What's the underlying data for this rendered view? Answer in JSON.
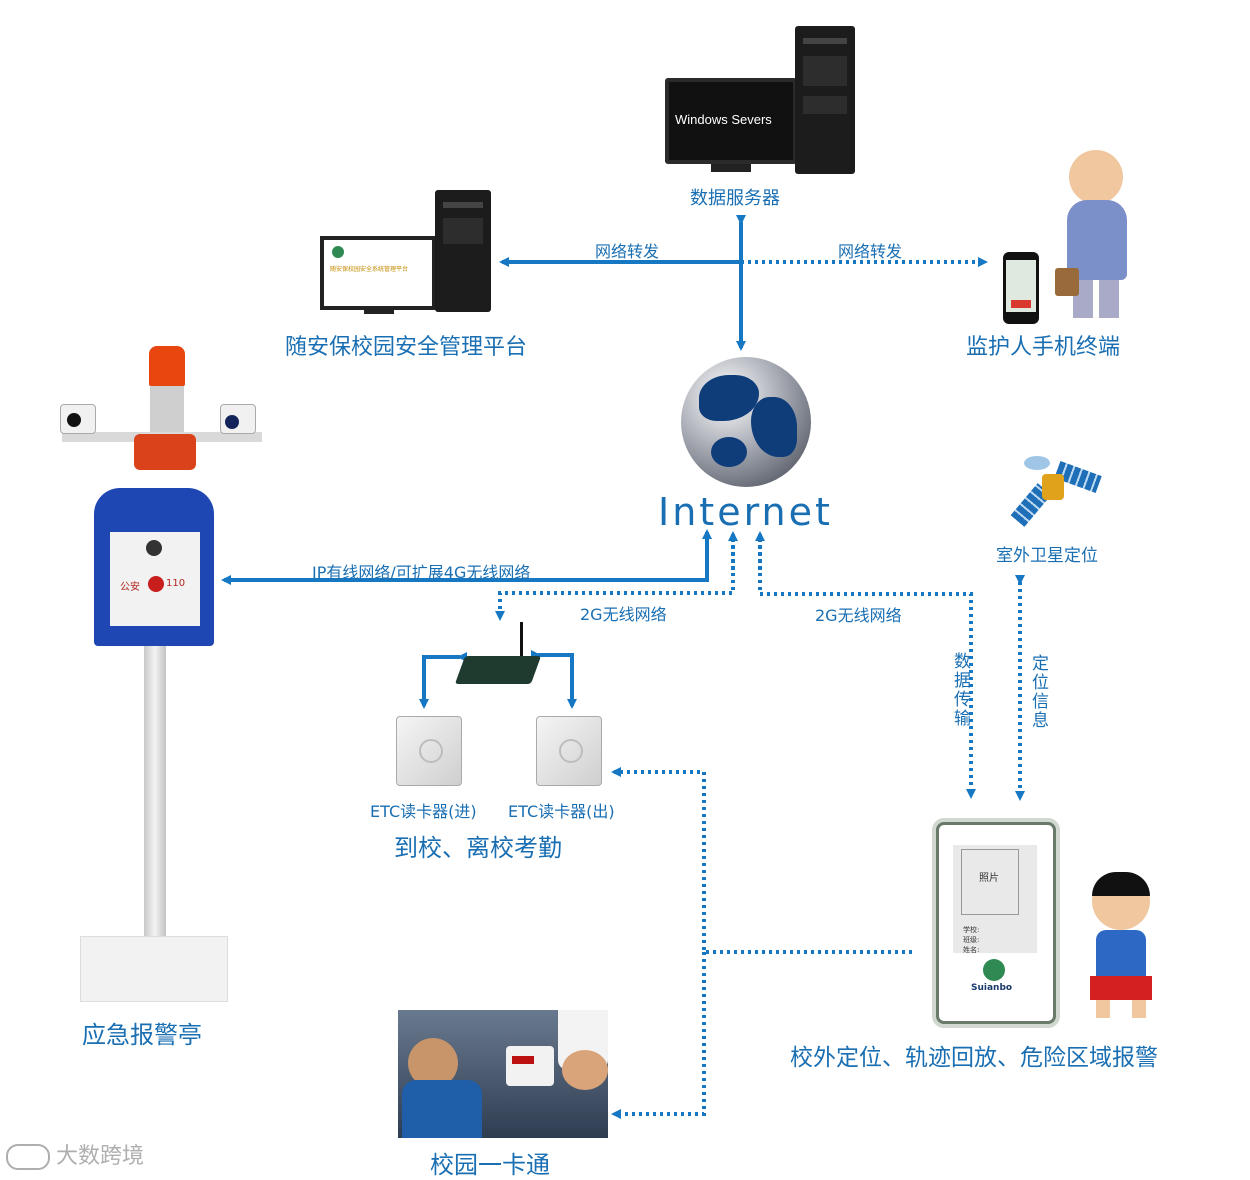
{
  "nodes": {
    "server": {
      "label": "数据服务器",
      "monitor_text": "Windows Severs"
    },
    "platform": {
      "label": "随安保校园安全管理平台",
      "screen_title": "随安保校园安全系统管理平台"
    },
    "phone": {
      "label": "监护人手机终端"
    },
    "internet": {
      "label": "Internet"
    },
    "alarm_kiosk": {
      "label": "应急报警亭",
      "panel_text": "公安",
      "panel_number": "110"
    },
    "satellite": {
      "label": "室外卫星定位"
    },
    "reader_in": {
      "label": "ETC读卡器(进)"
    },
    "reader_out": {
      "label": "ETC读卡器(出)"
    },
    "attendance": {
      "label": "到校、离校考勤"
    },
    "campus_card": {
      "label": "校园一卡通"
    },
    "student_card": {
      "label": "校外定位、轨迹回放、危险区域报警",
      "photo": "照片",
      "field_school": "学校:",
      "field_class": "班级:",
      "field_name": "姓名:",
      "brand": "Suianbo"
    }
  },
  "edges": {
    "net_forward_left": "网络转发",
    "net_forward_right": "网络转发",
    "ip_network": "IP有线网络/可扩展4G无线网络",
    "g2_left": "2G无线网络",
    "g2_right": "2G无线网络",
    "data_transfer": "数据传输",
    "position_info": "定位信息"
  },
  "watermark": "大数跨境",
  "colors": {
    "accent": "#1a6fb3",
    "arrow": "#1677c2"
  }
}
